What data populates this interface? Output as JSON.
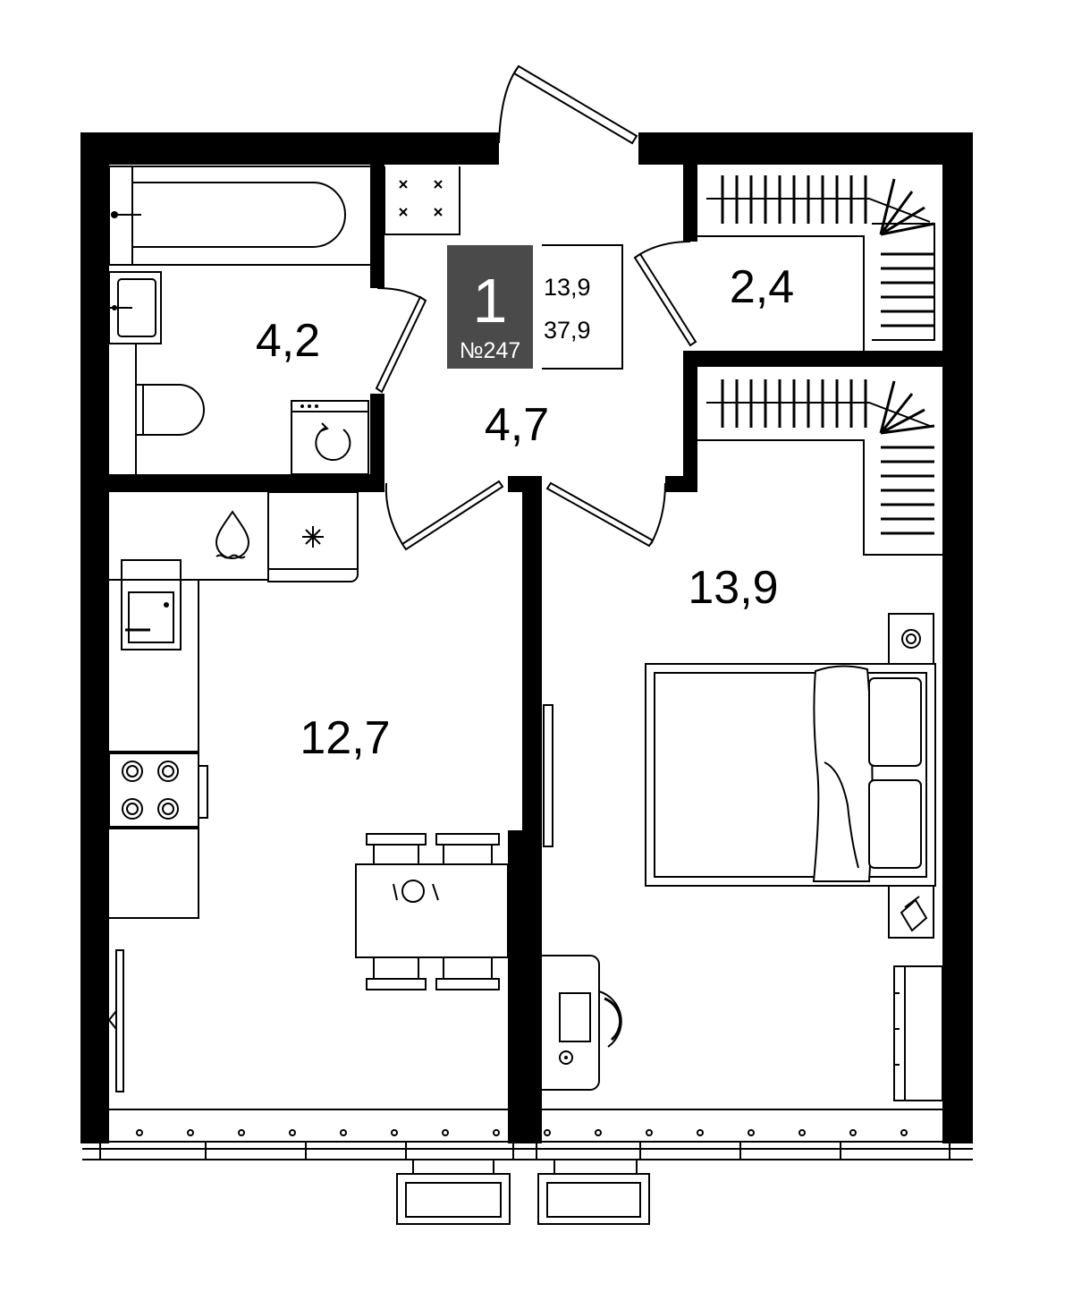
{
  "apartment": {
    "rooms_count": "1",
    "number_label": "№247",
    "living_area": "13,9",
    "total_area": "37,9"
  },
  "rooms": {
    "bathroom": "4,2",
    "hallway": "4,7",
    "storage": "2,4",
    "kitchen": "12,7",
    "bedroom": "13,9"
  },
  "colors": {
    "badge_background": "#4a4a4a",
    "walls": "#000000",
    "background": "#ffffff"
  }
}
